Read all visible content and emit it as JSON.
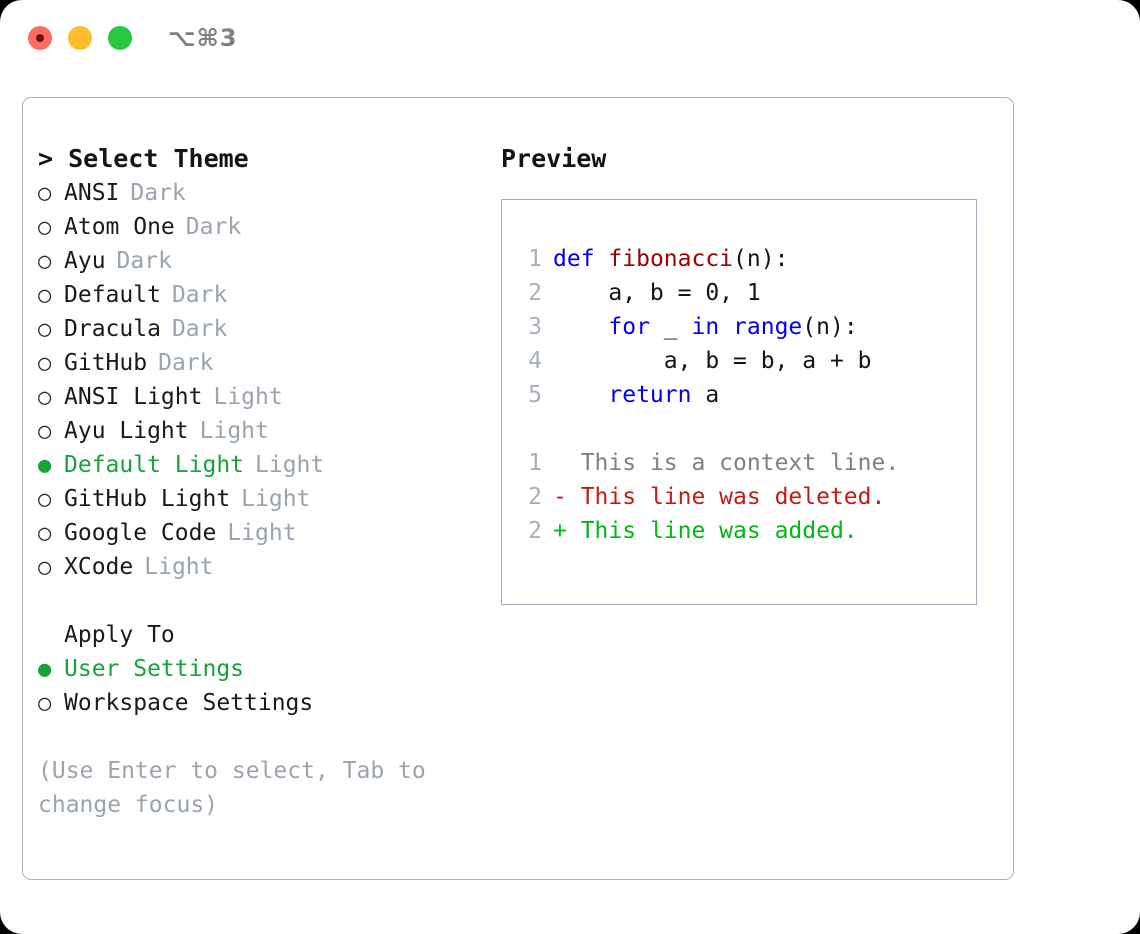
{
  "titlebar": {
    "shortcut": "⌥⌘3",
    "lights": [
      "close-light",
      "minimize-light",
      "maximize-light"
    ]
  },
  "theme_picker": {
    "title": "> Select Theme",
    "items": [
      {
        "marker": "○",
        "label": "ANSI",
        "variant": "Dark",
        "selected": false
      },
      {
        "marker": "○",
        "label": "Atom One",
        "variant": "Dark",
        "selected": false
      },
      {
        "marker": "○",
        "label": "Ayu",
        "variant": "Dark",
        "selected": false
      },
      {
        "marker": "○",
        "label": "Default",
        "variant": "Dark",
        "selected": false
      },
      {
        "marker": "○",
        "label": "Dracula",
        "variant": "Dark",
        "selected": false
      },
      {
        "marker": "○",
        "label": "GitHub",
        "variant": "Dark",
        "selected": false
      },
      {
        "marker": "○",
        "label": "ANSI Light",
        "variant": "Light",
        "selected": false
      },
      {
        "marker": "○",
        "label": "Ayu Light",
        "variant": "Light",
        "selected": false
      },
      {
        "marker": "●",
        "label": "Default Light",
        "variant": "Light",
        "selected": true
      },
      {
        "marker": "○",
        "label": "GitHub Light",
        "variant": "Light",
        "selected": false
      },
      {
        "marker": "○",
        "label": "Google Code",
        "variant": "Light",
        "selected": false
      },
      {
        "marker": "○",
        "label": "XCode",
        "variant": "Light",
        "selected": false
      }
    ]
  },
  "apply_to": {
    "title": "Apply To",
    "items": [
      {
        "marker": "●",
        "label": "User Settings",
        "selected": true
      },
      {
        "marker": "○",
        "label": "Workspace Settings",
        "selected": false
      }
    ]
  },
  "hint": "(Use Enter to select, Tab to change focus)",
  "preview": {
    "title": "Preview",
    "code": [
      {
        "n": "1",
        "tokens": [
          {
            "t": "def",
            "c": "kw"
          },
          {
            "t": " ",
            "c": "txt"
          },
          {
            "t": "fibonacci",
            "c": "fn"
          },
          {
            "t": "(n):",
            "c": "punc"
          }
        ]
      },
      {
        "n": "2",
        "tokens": [
          {
            "t": "    a, b = 0, 1",
            "c": "txt"
          }
        ]
      },
      {
        "n": "3",
        "tokens": [
          {
            "t": "    ",
            "c": "txt"
          },
          {
            "t": "for",
            "c": "kw"
          },
          {
            "t": " _ ",
            "c": "txt"
          },
          {
            "t": "in",
            "c": "kw"
          },
          {
            "t": " ",
            "c": "txt"
          },
          {
            "t": "range",
            "c": "kw"
          },
          {
            "t": "(n):",
            "c": "punc"
          }
        ]
      },
      {
        "n": "4",
        "tokens": [
          {
            "t": "        a, b = b, a + b",
            "c": "txt"
          }
        ]
      },
      {
        "n": "5",
        "tokens": [
          {
            "t": "    ",
            "c": "txt"
          },
          {
            "t": "return",
            "c": "kw"
          },
          {
            "t": " a",
            "c": "txt"
          }
        ]
      }
    ],
    "diff": [
      {
        "n": "1",
        "prefix": "  ",
        "text": "This is a context line.",
        "kind": "ctx"
      },
      {
        "n": "2",
        "prefix": "- ",
        "text": "This line was deleted.",
        "kind": "del"
      },
      {
        "n": "2",
        "prefix": "+ ",
        "text": "This line was added.",
        "kind": "add"
      }
    ]
  },
  "colors": {
    "selected_green": "#17a338",
    "muted_gray": "#9aa4b0",
    "keyword_blue": "#0000ee",
    "function_red": "#9c0006",
    "diff_delete": "#c41a16",
    "diff_add": "#00b812",
    "border": "#aab4c0",
    "traffic_close": "#ff6b60",
    "traffic_min": "#ffbd2e",
    "traffic_max": "#28c840"
  }
}
